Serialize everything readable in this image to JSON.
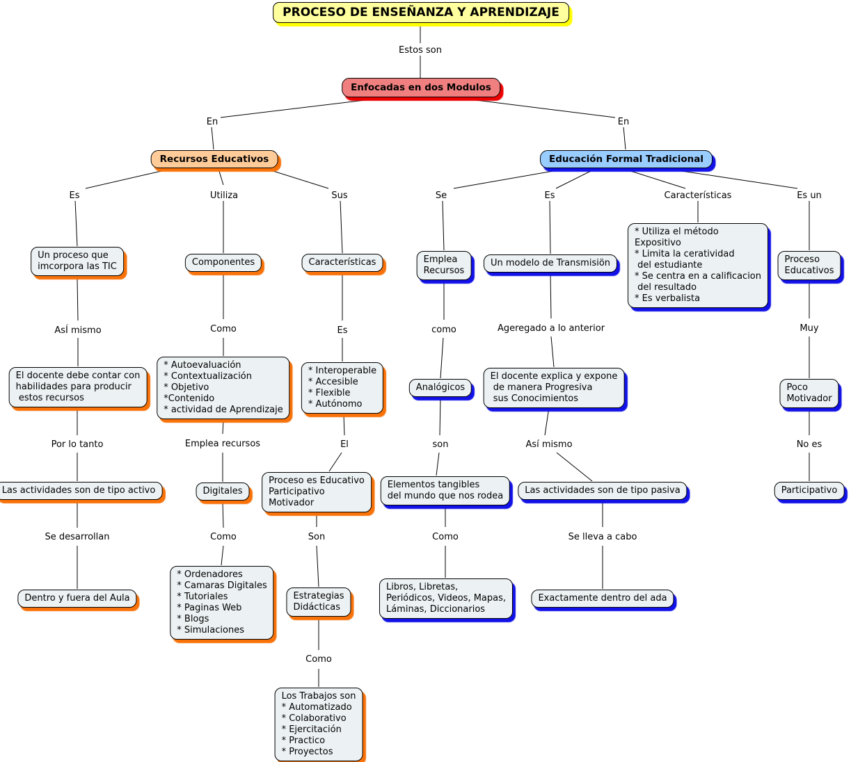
{
  "nodes": {
    "title": "PROCESO DE ENSEÑANZA Y APRENDIZAJE",
    "modulos": "Enfocadas en dos Modulos",
    "recursos": "Recursos Educativos",
    "tradicional": "Educación Formal Tradicional",
    "proceso_tic": "Un proceso que\nimcorpora las TIC",
    "docente_habilidades": "El docente debe contar con\nhabilidades para producir\n estos recursos",
    "actividades_activo": "Las actividades son de tipo activo",
    "dentro_fuera": "Dentro y fuera del Aula",
    "componentes": "Componentes",
    "componentes_lista": "* Autoevaluación\n* Contextualización\n* Objetivo\n*Contenido\n* actividad de Aprendizaje",
    "digitales": "Digitales",
    "digitales_lista": "* Ordenadores\n* Camaras Digitales\n* Tutoriales\n* Paginas Web\n* Blogs\n* Simulaciones",
    "caracteristicas": "Características",
    "caracteristicas_lista": "* Interoperable\n* Accesible\n* Flexible\n* Autónomo",
    "proceso_educativo": "Proceso es Educativo\nParticipativo\nMotivador",
    "estrategias": "Estrategias\nDidácticas",
    "trabajos_lista": "Los Trabajos son\n* Automatizado\n* Colaborativo\n* Ejercitación\n* Practico\n* Proyectos",
    "emplea_recursos": "Emplea\nRecursos",
    "analogicos": "Analógicos",
    "elementos_tangibles": "Elementos tangibles\ndel mundo que nos rodea",
    "libros": "Libros, Libretas,\nPeriódicos, Videos, Mapas,\nLáminas, Diccionarios",
    "modelo_transmision": "Un modelo de Transmisiön",
    "docente_explica": "El docente explica y expone\n de manera Progresiva\n sus Conocimientos",
    "actividades_pasiva": "Las actividades son de tipo pasiva",
    "exactamente": "Exactamente dentro del ada",
    "metodo_lista": "* Utiliza el método\nExpositivo\n* Limita la ceratividad\n del estudiante\n* Se centra en a calificacion\n del resultado\n* Es verbalista",
    "proceso_educativos": "Proceso\nEducativos",
    "poco_motivador": "Poco Motivador",
    "participativo": "Participativo"
  },
  "labels": {
    "estos_son": "Estos son",
    "en_left": "En",
    "en_right": "En",
    "es_left": "Es",
    "utiliza": "Utiliza",
    "sus": "Sus",
    "asi_mismo_left": "AsÍ mismo",
    "por_lo_tanto": "Por lo tanto",
    "se_desarrollan": "Se desarrollan",
    "como_componentes": "Como",
    "emplea_recursos_lbl": "Emplea recursos",
    "como_digitales": "Como",
    "es_caract": "Es",
    "el": "El",
    "son_estrategias": "Son",
    "como_trabajos": "Como",
    "se": "Se",
    "es_modelo": "Es",
    "caracteristicas_lbl": "Características",
    "es_un": "Es un",
    "como_analogicos": "como",
    "son_elementos": "son",
    "como_libros": "Como",
    "ageregado": "Ageregado a lo anterior",
    "asi_mismo_right": "Así mismo",
    "se_lleva": "Se lleva a cabo",
    "muy": "Muy",
    "no_es": "No es"
  },
  "colors": {
    "yellow_fill": "#ffff9e",
    "yellow_shadow": "#ffff00",
    "red_fill": "#f08080",
    "red_shadow": "#ee0000",
    "orange_fill": "#ffcc99",
    "orange_shadow": "#f87209",
    "blue_fill": "#99ccff",
    "blue_shadow": "#1212e8",
    "leaf_fill": "#ecf1f3",
    "line_color": "#000000"
  }
}
